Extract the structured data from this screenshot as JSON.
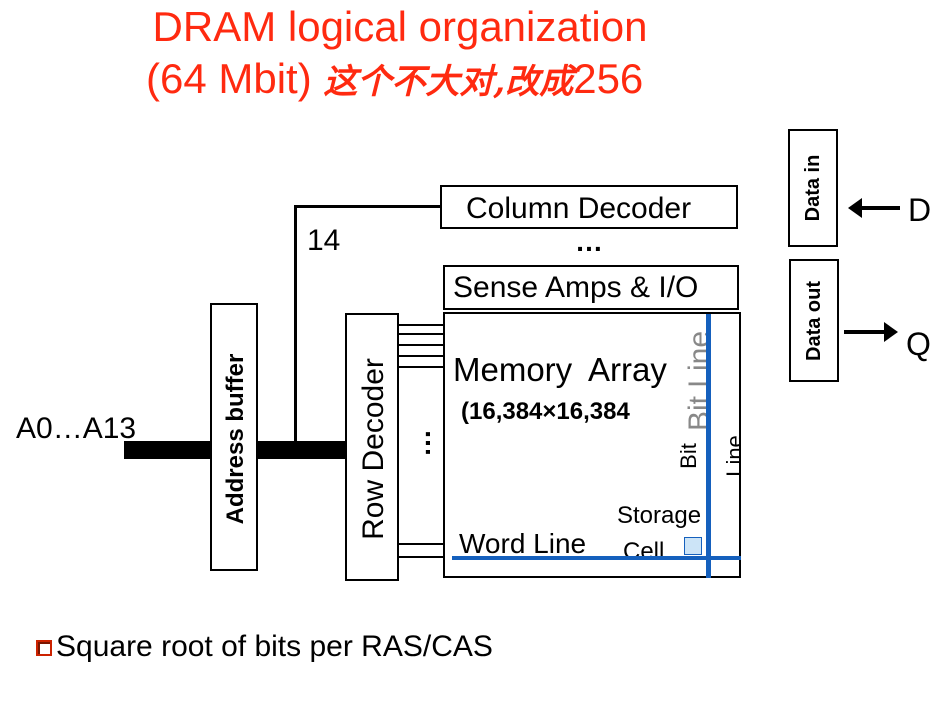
{
  "title": {
    "line1": "DRAM logical organization",
    "line2_prefix": "(64 Mbit) ",
    "line2_chinese": "这个不大对,改成",
    "line2_suffix": "256"
  },
  "diagram": {
    "address_input": "A0…A13",
    "address_buffer": "Address buffer",
    "bus_width": "14",
    "row_decoder": "Row Decoder",
    "row_dots": "…",
    "column_decoder": "Column Decoder",
    "column_dots": "…",
    "sense_amps_a": "Sense",
    "sense_amps_b": "Amps & I/O",
    "memory_array_a": "Memory",
    "memory_array_b": "Array",
    "array_size": "(16,384×16,384",
    "bit_line_big": "Bit Line",
    "bit_line_small_a": "Bit",
    "bit_line_small_b": "Line",
    "word_line": "Word Line",
    "storage": "Storage",
    "cell": "Cell",
    "data_in": "Data in",
    "data_out": "Data out",
    "d_label": "D",
    "q_label": "Q"
  },
  "footer": {
    "bullet_text": "Square root of bits per RAS/CAS"
  },
  "colors": {
    "title": "#ff2a10",
    "lines": "#1560bd",
    "cell": "#cce4f7"
  }
}
